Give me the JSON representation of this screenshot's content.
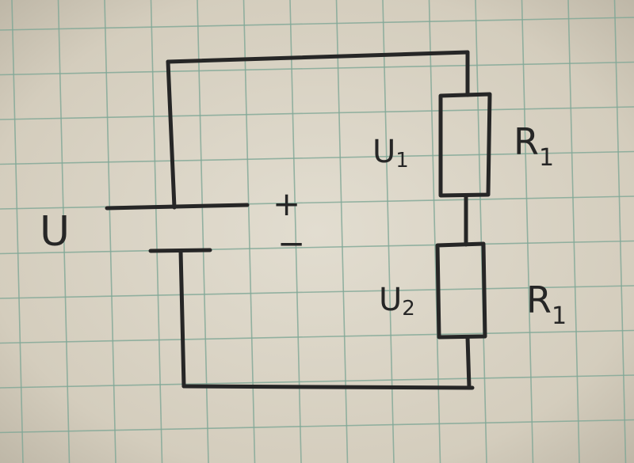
{
  "colors": {
    "paper": "#d8d2c4",
    "grid": "#7fa796",
    "ink": "#262626"
  },
  "labels": {
    "source_voltage": "U",
    "plus_sign": "+",
    "minus_sign": "−",
    "u1": "U",
    "u1_sub": "1",
    "u2": "U",
    "u2_sub": "2",
    "r_top": "R",
    "r_top_sub": "1",
    "r_bottom": "R",
    "r_bottom_sub": "1"
  }
}
